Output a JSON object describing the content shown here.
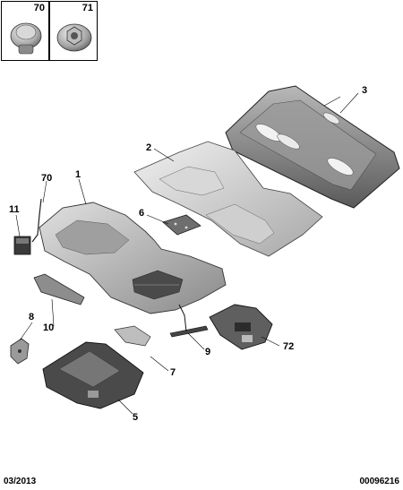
{
  "callouts": {
    "p70_inset": "70",
    "p71_inset": "71",
    "p3": "3",
    "p2": "2",
    "p1": "1",
    "p70": "70",
    "p6": "6",
    "p11": "11",
    "p8": "8",
    "p10": "10",
    "p9": "9",
    "p72": "72",
    "p7": "7",
    "p5": "5"
  },
  "footer": {
    "date": "03/2013",
    "reference": "00096216"
  }
}
